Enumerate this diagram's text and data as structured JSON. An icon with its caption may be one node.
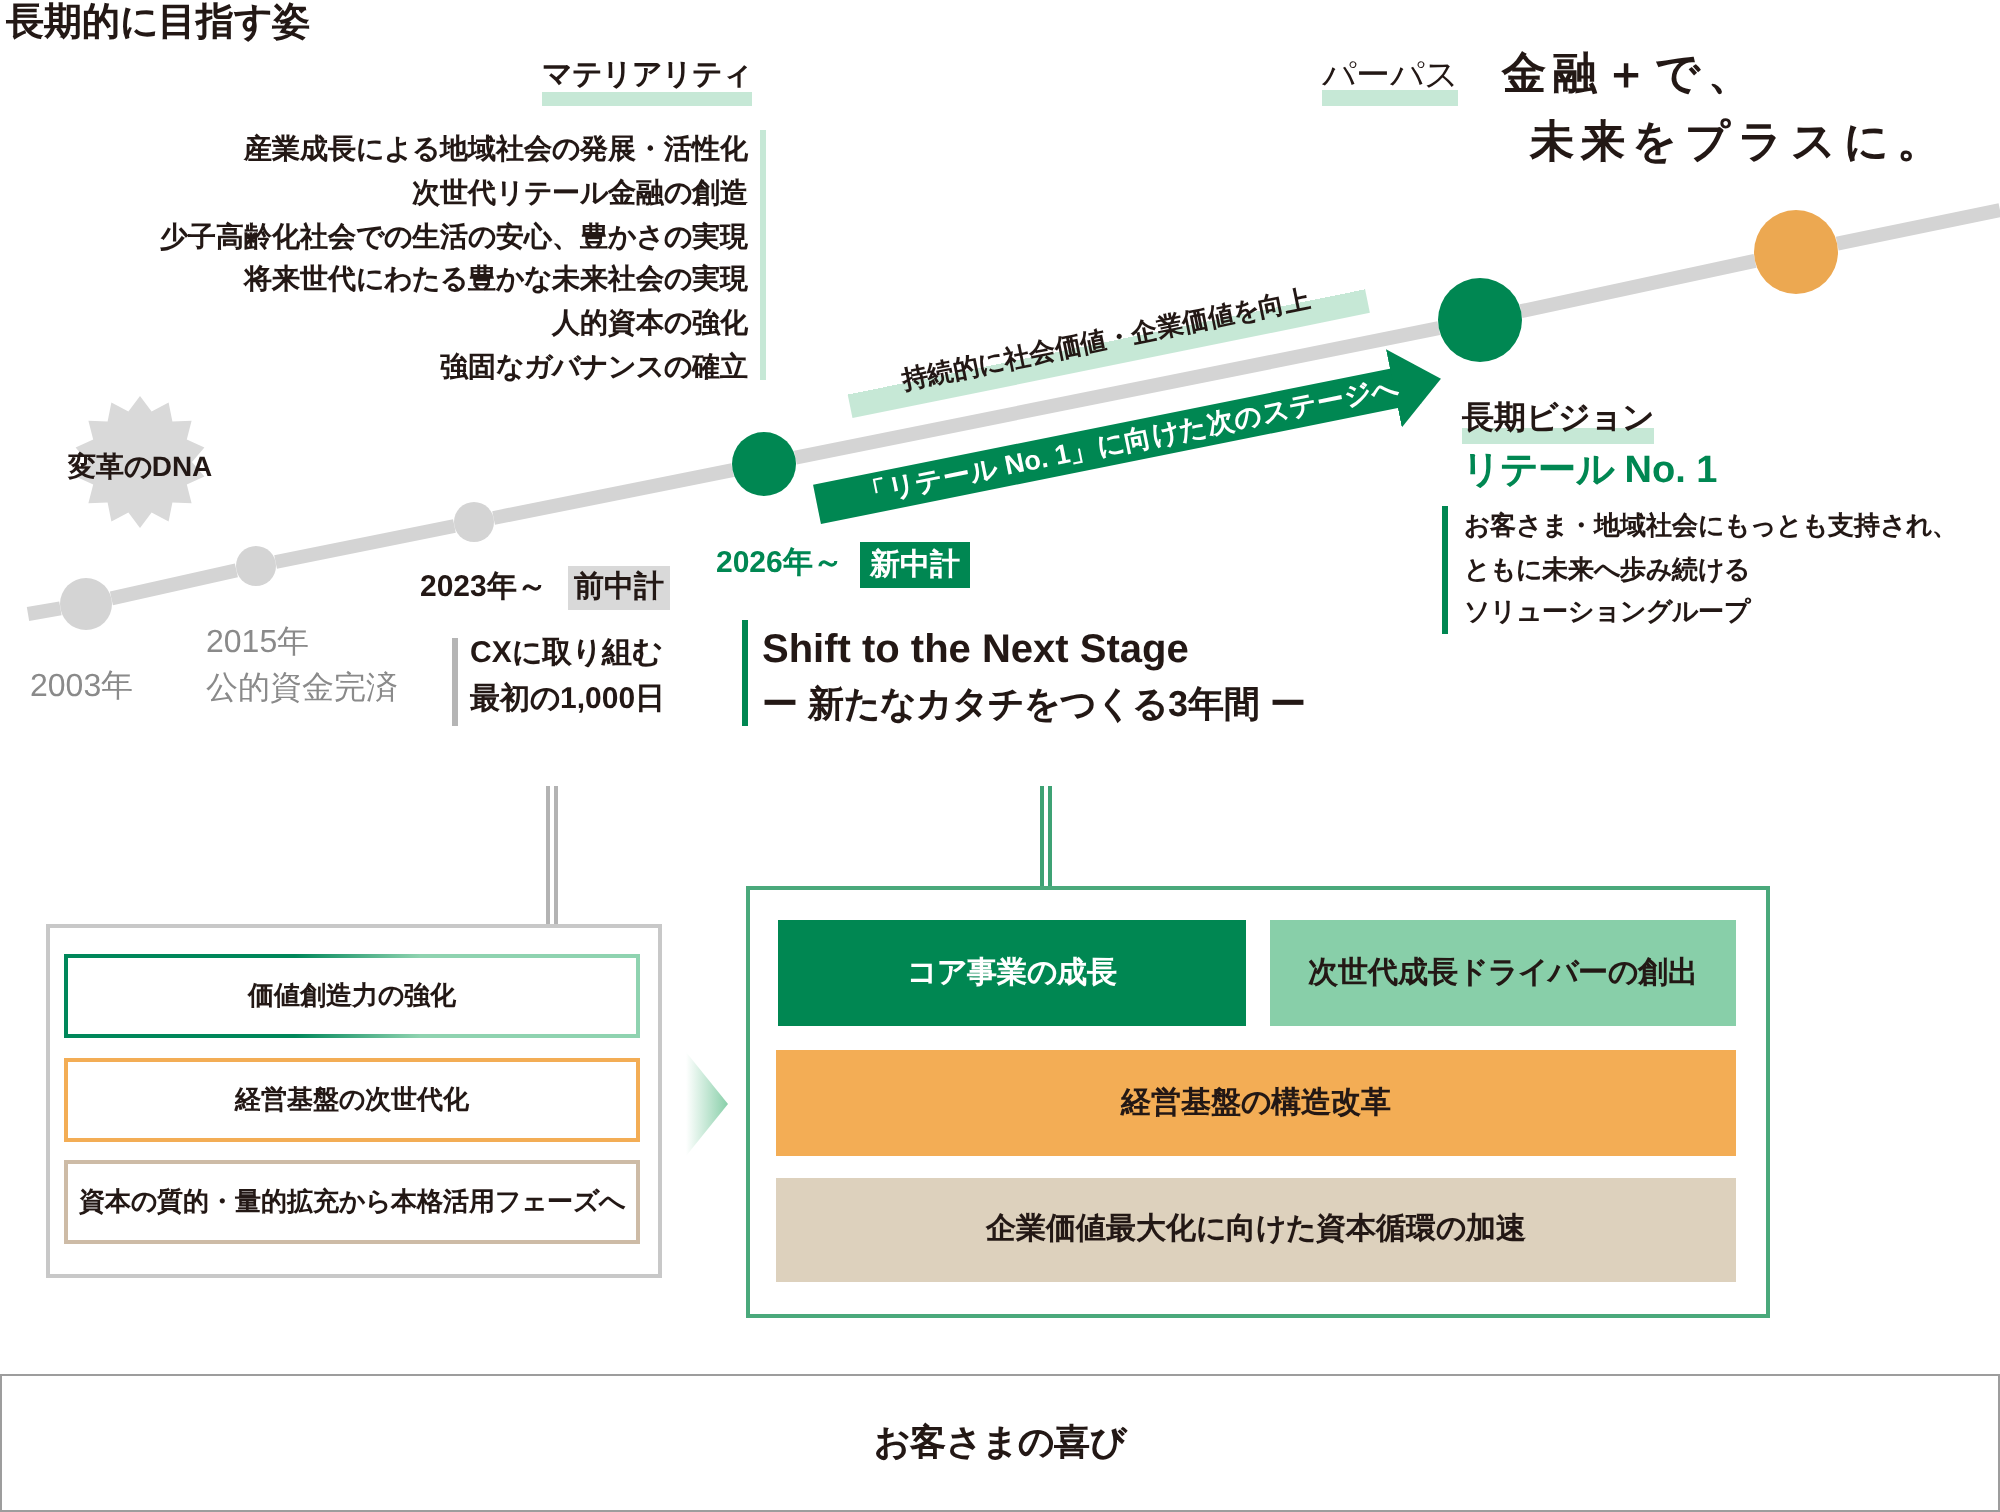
{
  "diagram": {
    "title": "長期的に目指す姿",
    "nodes": [
      {
        "text": [
          "変革のDNA"
        ]
      },
      {
        "text": [],
        "shape": "circle",
        "beside": [
          "2003年"
        ]
      },
      {
        "text": [],
        "shape": "circle",
        "beside": [
          "2015年",
          "公的資金完済"
        ]
      },
      {
        "text": [],
        "shape": "circle"
      },
      {
        "text": [
          "前中計"
        ],
        "beside": [
          "2023年～",
          "CXに取り組む最初の1,000日"
        ]
      },
      {
        "text": [],
        "shape": "circle"
      },
      {
        "text": [
          "新中計"
        ],
        "beside": [
          "2026年～",
          "Shift to the Next Stage",
          "ー 新たなカタチをつくる3年間 ー"
        ]
      },
      {
        "text": [],
        "shape": "circle",
        "beside": [
          "長期ビジョン",
          "リテール No. 1",
          "お客さま・地域社会にもっとも支持され、ともに未来へ歩み続けるソリューショングループ"
        ]
      },
      {
        "text": [],
        "shape": "circle",
        "beside": [
          "パーパス",
          "金融＋で、",
          "未来をプラスに。"
        ]
      },
      {
        "text": [],
        "shape": "box"
      },
      {
        "text": [
          "価値創造力の強化"
        ],
        "in": 9
      },
      {
        "text": [
          "経営基盤の次世代化"
        ],
        "in": 9
      },
      {
        "text": [
          "資本の質的・量的拡充から本格活用フェーズへ"
        ],
        "in": 9
      },
      {
        "text": [],
        "shape": "box"
      },
      {
        "text": [
          "コア事業の成長"
        ],
        "in": 13
      },
      {
        "text": [
          "次世代成長ドライバーの創出"
        ],
        "in": 13
      },
      {
        "text": [
          "経営基盤の構造改革"
        ],
        "in": 13
      },
      {
        "text": [
          "企業価値最大化に向けた資本循環の加速"
        ],
        "in": 13
      },
      {
        "text": [
          "お客さまの喜び"
        ]
      }
    ],
    "edges": [
      {
        "from": null,
        "to": 1,
        "arrow": "none"
      },
      {
        "from": 1,
        "to": 2,
        "arrow": "none"
      },
      {
        "from": 2,
        "to": 3,
        "arrow": "none"
      },
      {
        "from": 3,
        "to": 5,
        "arrow": "none"
      },
      {
        "from": 5,
        "to": 7,
        "arrow": "none"
      },
      {
        "from": 7,
        "to": 8,
        "arrow": "none"
      },
      {
        "from": 8,
        "to": null,
        "arrow": "none"
      },
      {
        "from": 5,
        "to": 7,
        "arrow": "to",
        "label": "「リテール No. 1」に向けた次のステージへ",
        "style": "thick",
        "color": "#008752"
      },
      {
        "from": null,
        "to": 9,
        "arrow": "none",
        "color": "#b3b3b3"
      },
      {
        "from": null,
        "to": 13,
        "arrow": "none",
        "color": "#3ea274"
      },
      {
        "from": 9,
        "to": 13,
        "arrow": "to",
        "color": "#88cfa9"
      }
    ],
    "labels": [
      "マテリアリティ",
      "産業成長による地域社会の発展・活性化",
      "次世代リテール金融の創造",
      "少子高齢化社会での生活の安心、豊かさの実現",
      "将来世代にわたる豊かな未来社会の実現",
      "人的資本の強化",
      "強固なガバナンスの確立",
      "持続的に社会価値・企業価値を向上"
    ]
  }
}
